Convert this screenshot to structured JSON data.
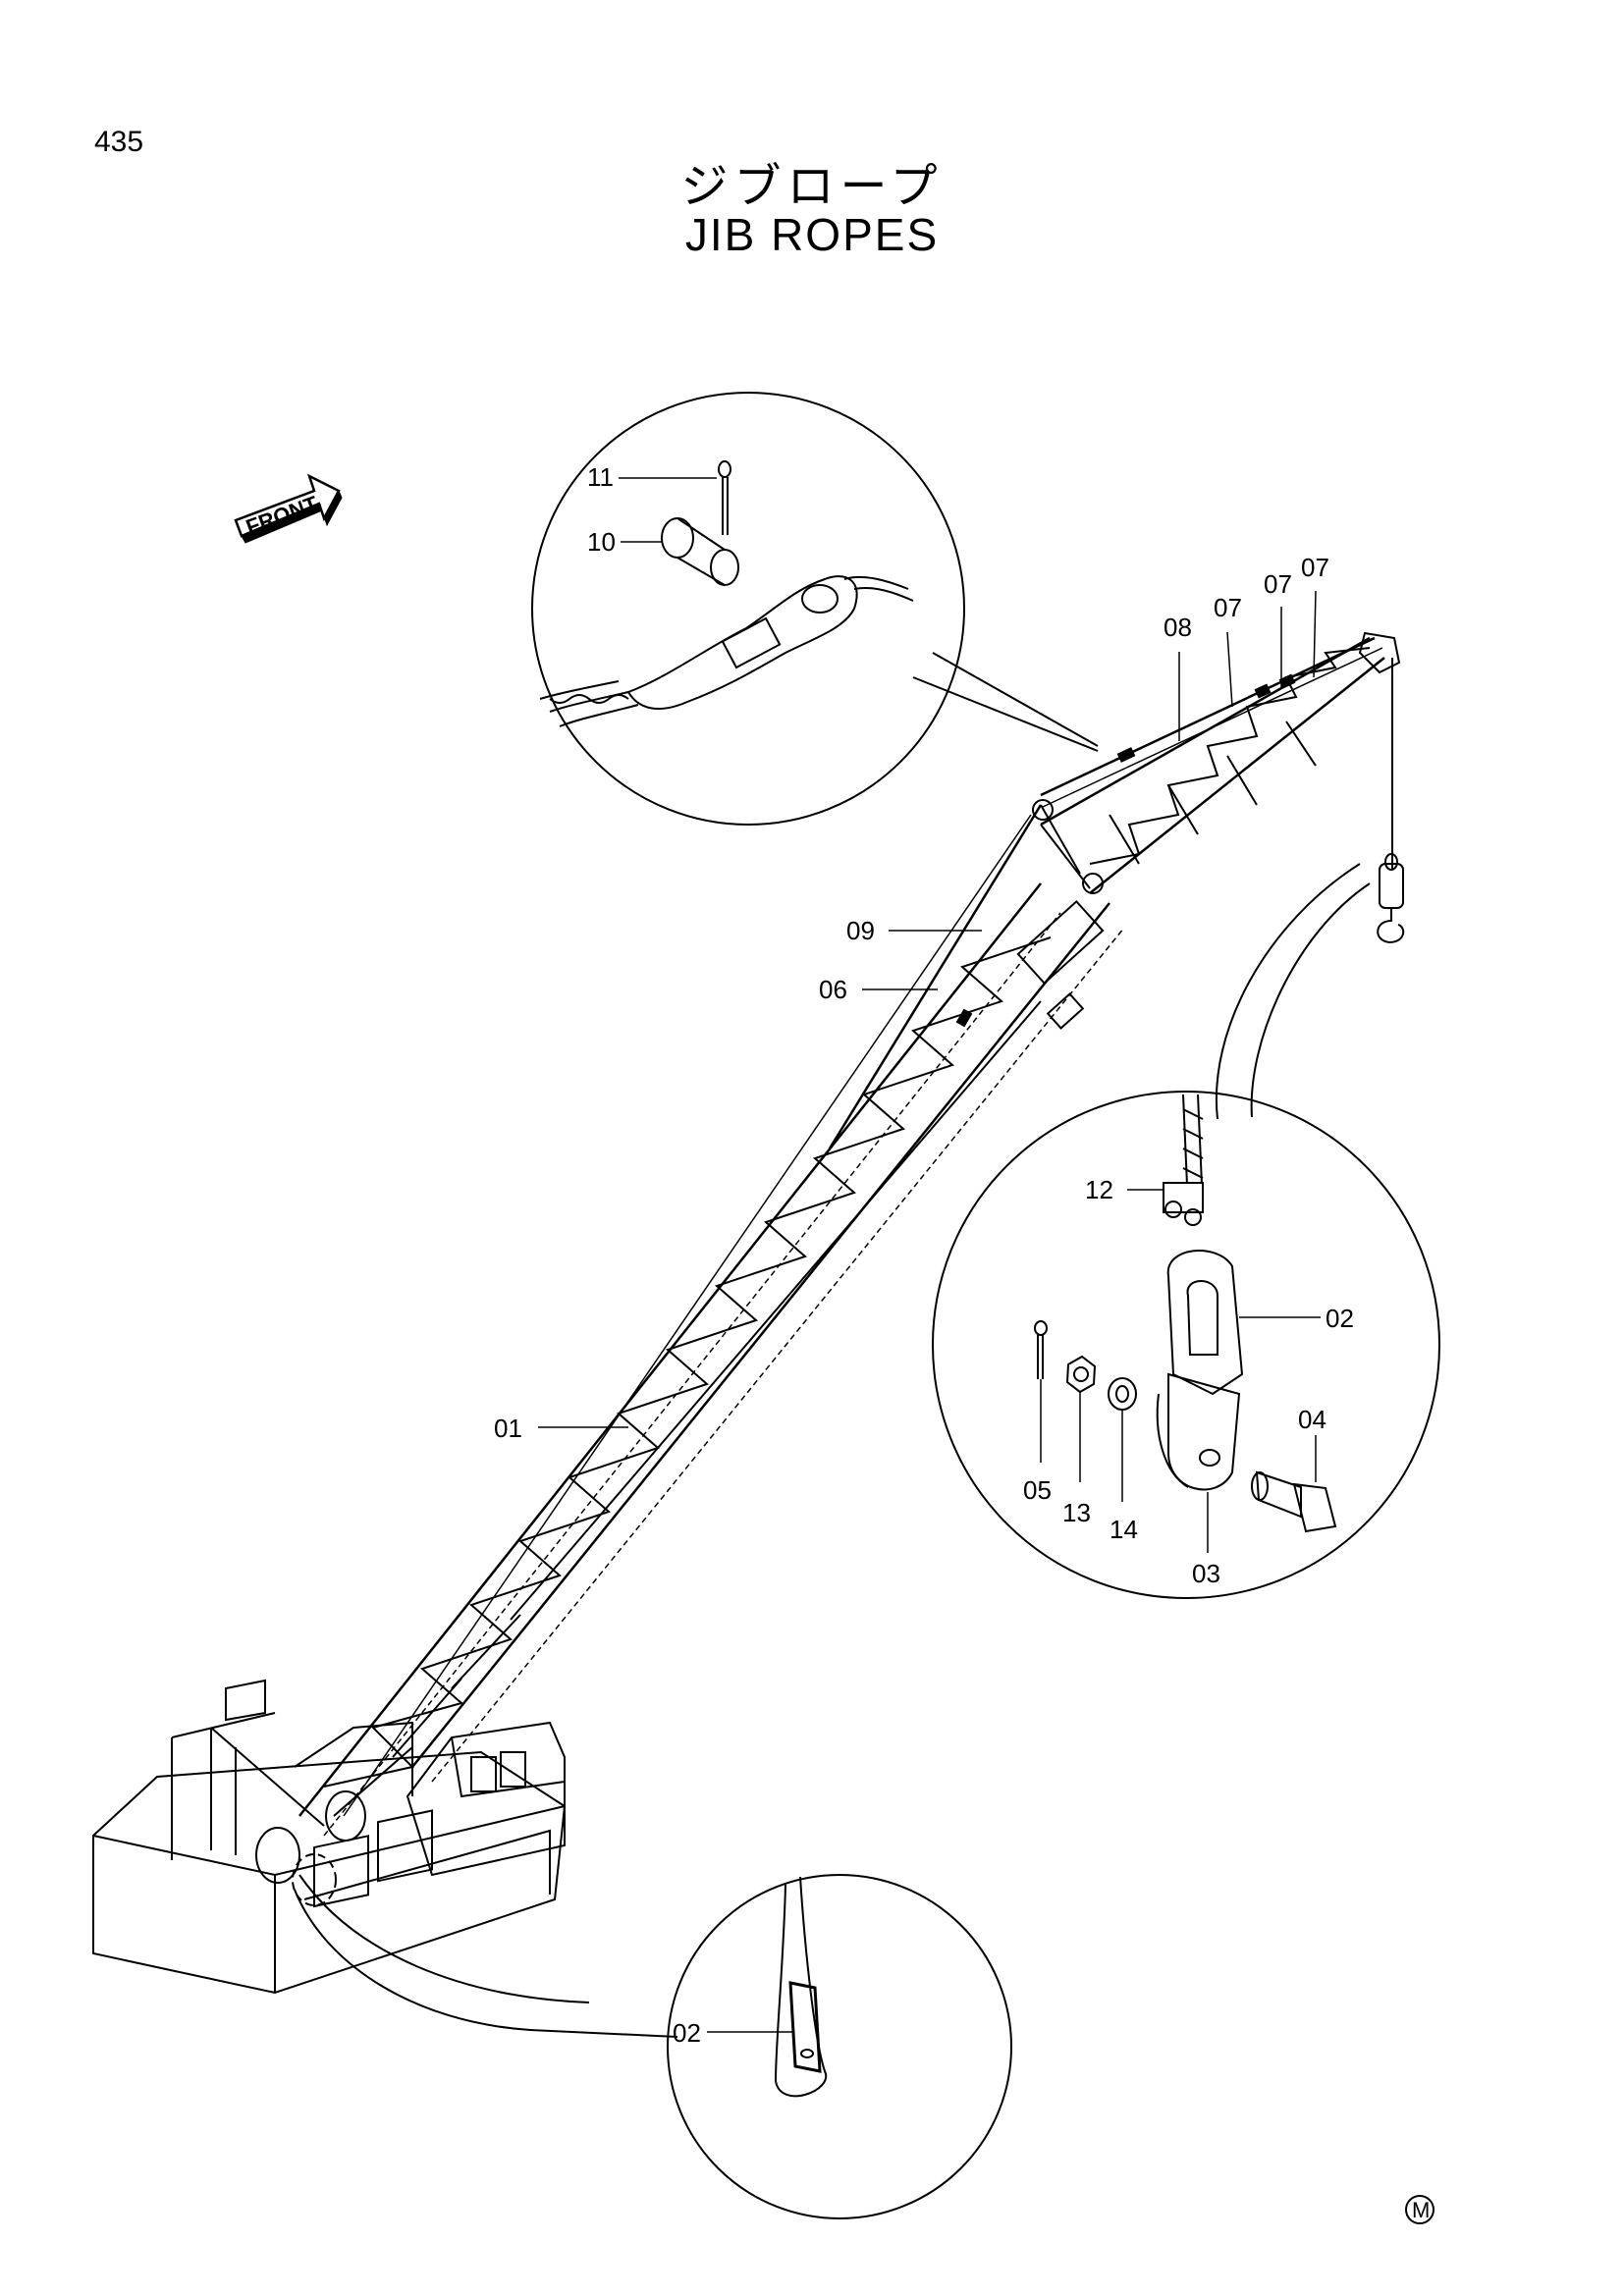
{
  "header": {
    "page_number": "435",
    "title_jp": "ジブロープ",
    "title_en": "JIB ROPES"
  },
  "direction_arrow": {
    "label": "FRONT"
  },
  "callouts": {
    "c01": "01",
    "c02_lower": "02",
    "c02_detail": "02",
    "c03": "03",
    "c04": "04",
    "c05": "05",
    "c06": "06",
    "c07_a": "07",
    "c07_b": "07",
    "c07_c": "07",
    "c08": "08",
    "c09": "09",
    "c10": "10",
    "c11": "11",
    "c12": "12",
    "c13": "13",
    "c14": "14"
  },
  "corner_mark": {
    "symbol": "M"
  },
  "colors": {
    "line": "#000000",
    "background": "#ffffff"
  }
}
